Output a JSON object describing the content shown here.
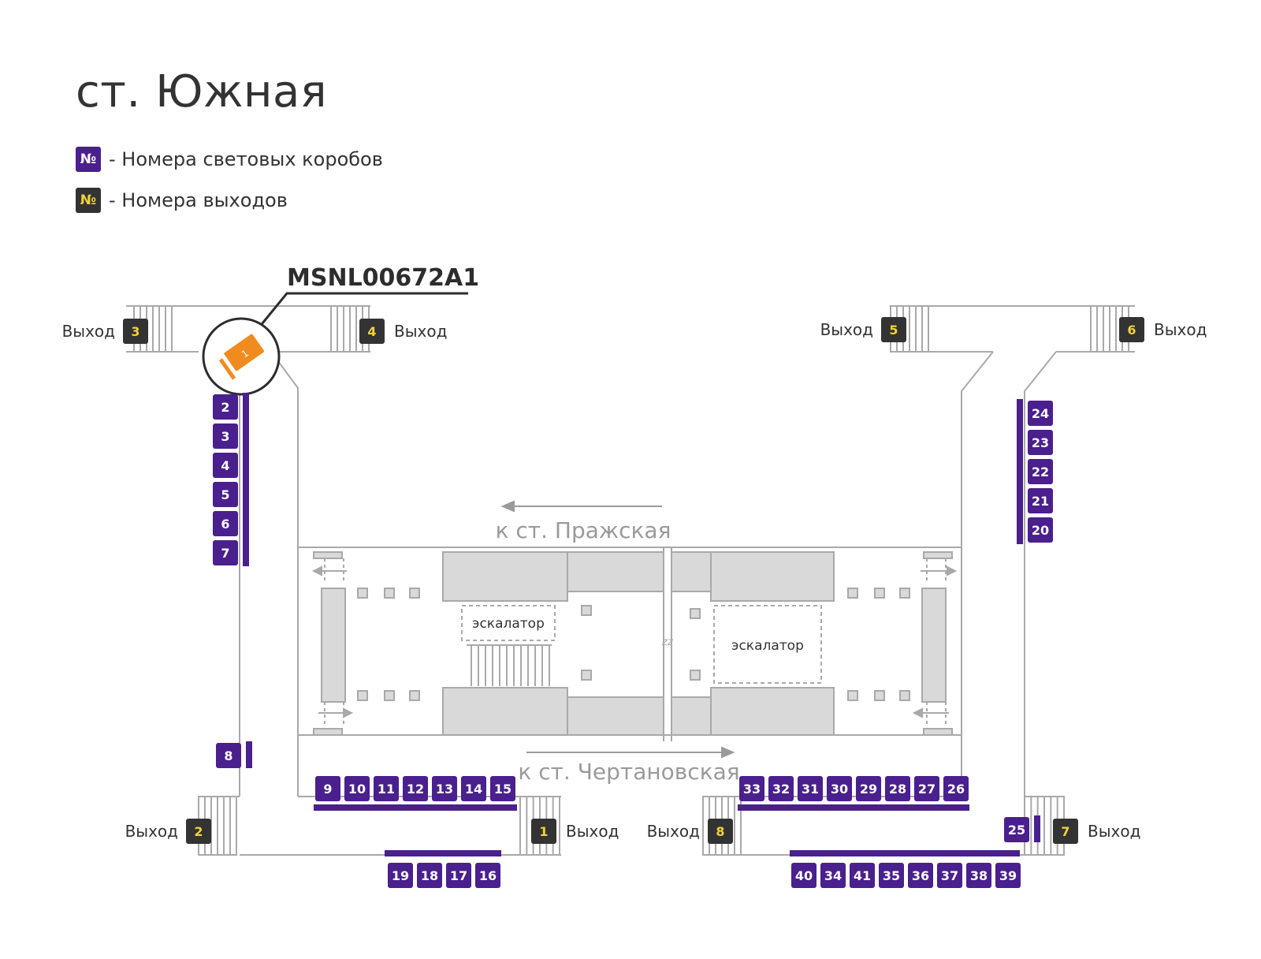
{
  "title": "ст. Южная",
  "legend": {
    "boxes_symbol": "№",
    "boxes_label": "- Номера световых коробов",
    "exits_symbol": "№",
    "exits_label": "- Номера выходов"
  },
  "colors": {
    "box": "#4a1f8e",
    "exit": "#333333",
    "exit_text": "#f2d23a",
    "highlight": "#f08c1e",
    "wall": "#a9a9a9",
    "fill": "#d9d9d9"
  },
  "highlight": {
    "code": "MSNL00672A1",
    "box_number": "1"
  },
  "exit_word": "Выход",
  "exits": [
    "1",
    "2",
    "3",
    "4",
    "5",
    "6",
    "7",
    "8"
  ],
  "directions": {
    "top": "к ст. Пражская",
    "bottom": "к ст. Чертановская"
  },
  "escalator_label": "эскалатор",
  "track_gap_label": "zz",
  "boxes": {
    "left_column": [
      "2",
      "3",
      "4",
      "5",
      "6",
      "7"
    ],
    "left_single": "8",
    "platform_left": [
      "9",
      "10",
      "11",
      "12",
      "13",
      "14",
      "15"
    ],
    "platform_right": [
      "33",
      "32",
      "31",
      "30",
      "29",
      "28",
      "27",
      "26"
    ],
    "right_column": [
      "24",
      "23",
      "22",
      "21",
      "20"
    ],
    "bottom_left": [
      "19",
      "18",
      "17",
      "16"
    ],
    "bottom_right": [
      "40",
      "34",
      "41",
      "35",
      "36",
      "37",
      "38",
      "39"
    ],
    "right_single": "25"
  }
}
